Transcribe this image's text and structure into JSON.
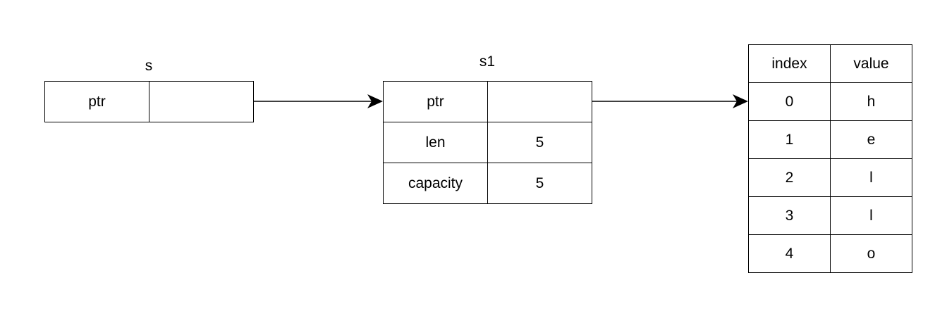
{
  "s": {
    "title": "s",
    "rows": [
      {
        "key": "ptr",
        "value": ""
      }
    ]
  },
  "s1": {
    "title": "s1",
    "rows": [
      {
        "key": "ptr",
        "value": ""
      },
      {
        "key": "len",
        "value": "5"
      },
      {
        "key": "capacity",
        "value": "5"
      }
    ]
  },
  "heap": {
    "headers": [
      "index",
      "value"
    ],
    "rows": [
      {
        "index": "0",
        "value": "h"
      },
      {
        "index": "1",
        "value": "e"
      },
      {
        "index": "2",
        "value": "l"
      },
      {
        "index": "3",
        "value": "l"
      },
      {
        "index": "4",
        "value": "o"
      }
    ]
  }
}
